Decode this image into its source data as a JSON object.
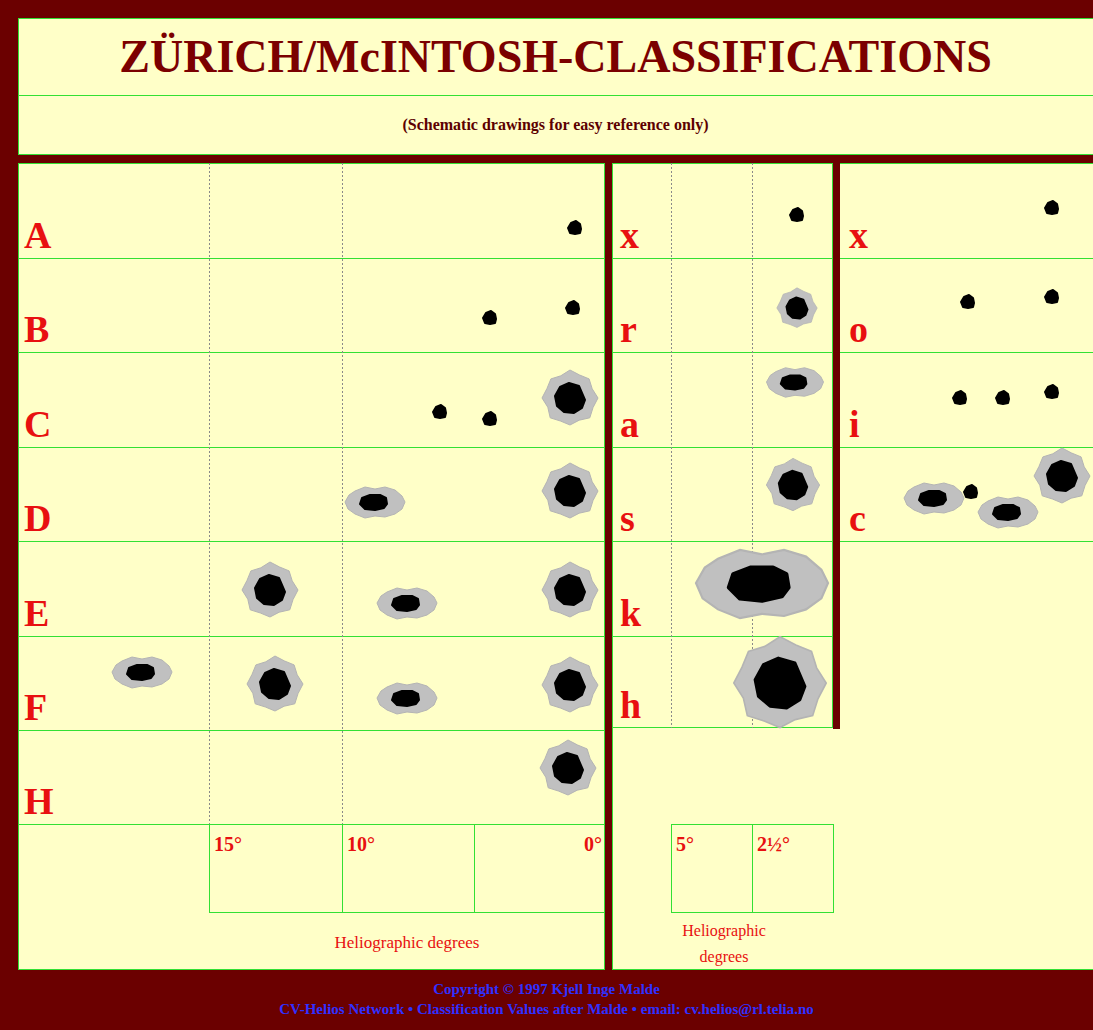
{
  "diagram": {
    "title": "ZÜRICH/McINTOSH-CLASSIFICATIONS",
    "labels": [
      "(Schematic drawings for easy reference only)",
      "A",
      "B",
      "C",
      "D",
      "E",
      "F",
      "H",
      "15°",
      "10°",
      "0°",
      "Heliographic degrees",
      "x",
      "r",
      "a",
      "s",
      "k",
      "h",
      "5°",
      "2½°",
      "Heliographic degrees",
      "x",
      "o",
      "i",
      "c",
      "Copyright © 1997 Kjell Inge Malde",
      "CV-Helios Network • Classification Values after Malde • email: cv.helios@rl.telia.no"
    ]
  }
}
